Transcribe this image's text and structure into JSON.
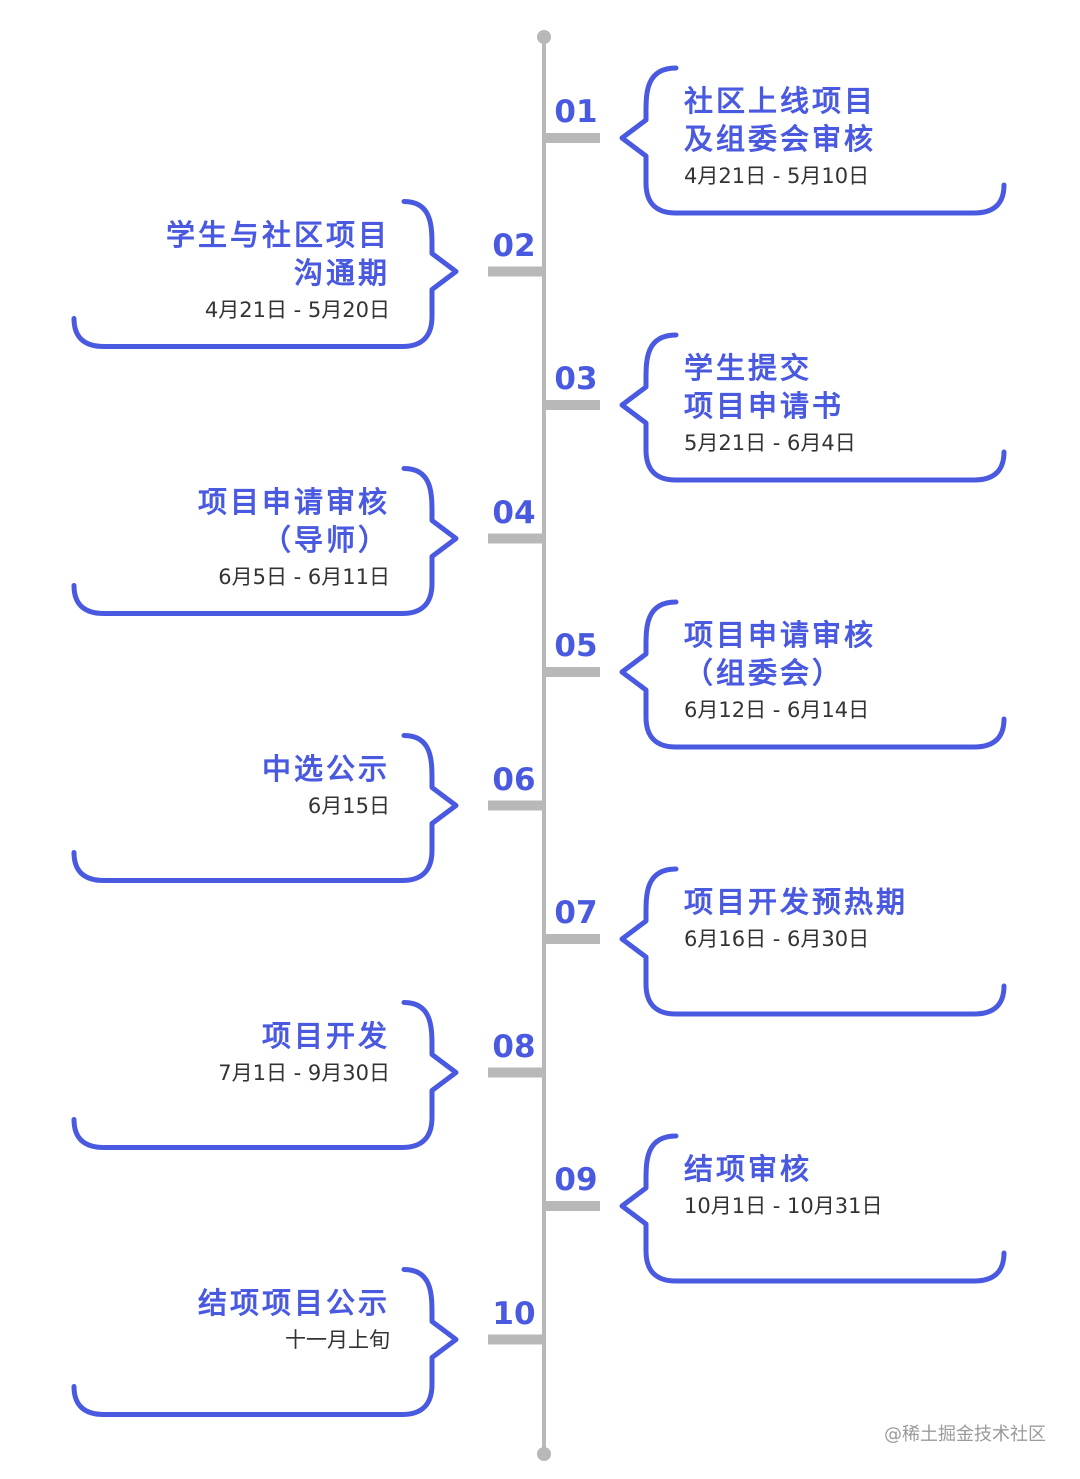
{
  "colors": {
    "accent": "#4a5ae0",
    "axis": "#b8b8b8",
    "date_text": "#333333"
  },
  "steps": [
    {
      "number": "01",
      "side": "right",
      "title_lines": [
        "社区上线项目",
        "及组委会审核"
      ],
      "date": "4月21日 - 5月10日"
    },
    {
      "number": "02",
      "side": "left",
      "title_lines": [
        "学生与社区项目",
        "沟通期"
      ],
      "date": "4月21日 - 5月20日"
    },
    {
      "number": "03",
      "side": "right",
      "title_lines": [
        "学生提交",
        "项目申请书"
      ],
      "date": "5月21日 - 6月4日"
    },
    {
      "number": "04",
      "side": "left",
      "title_lines": [
        "项目申请审核",
        "（导师）"
      ],
      "date": "6月5日 - 6月11日"
    },
    {
      "number": "05",
      "side": "right",
      "title_lines": [
        "项目申请审核",
        "（组委会）"
      ],
      "date": "6月12日 - 6月14日"
    },
    {
      "number": "06",
      "side": "left",
      "title_lines": [
        "中选公示"
      ],
      "date": "6月15日"
    },
    {
      "number": "07",
      "side": "right",
      "title_lines": [
        "项目开发预热期"
      ],
      "date": "6月16日 - 6月30日"
    },
    {
      "number": "08",
      "side": "left",
      "title_lines": [
        "项目开发"
      ],
      "date": "7月1日 - 9月30日"
    },
    {
      "number": "09",
      "side": "right",
      "title_lines": [
        "结项审核"
      ],
      "date": "10月1日 - 10月31日"
    },
    {
      "number": "10",
      "side": "left",
      "title_lines": [
        "结项项目公示"
      ],
      "date": "十一月上旬"
    }
  ],
  "watermark": "@稀土掘金技术社区"
}
